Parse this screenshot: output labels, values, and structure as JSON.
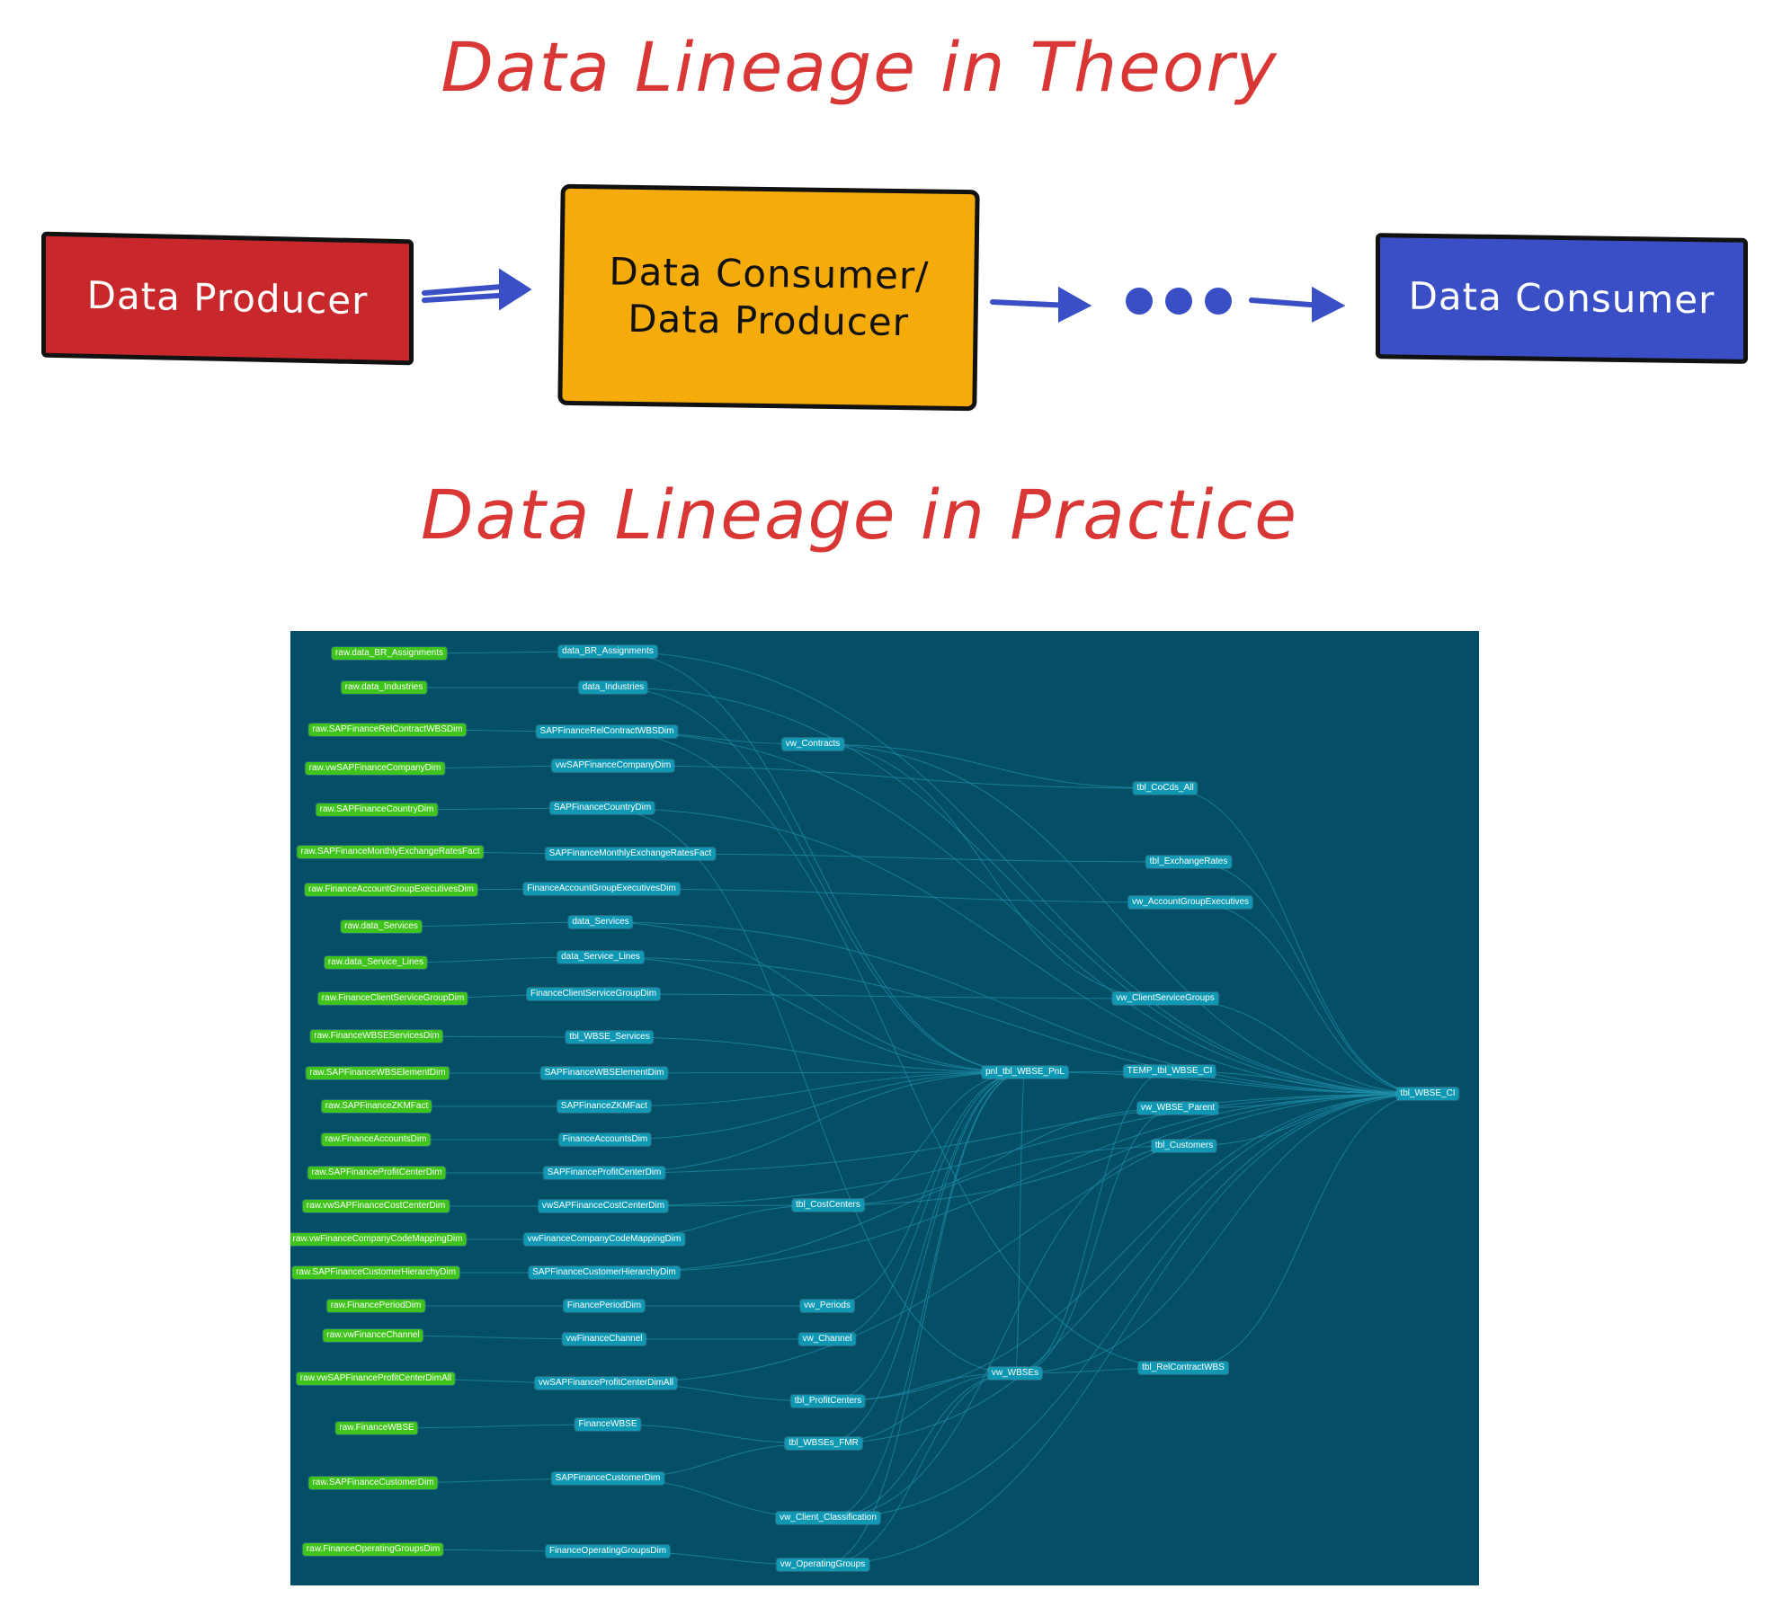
{
  "theory": {
    "title": "Data Lineage in Theory",
    "producer_label": "Data Producer",
    "middle_line1": "Data Consumer/",
    "middle_line2": "Data Producer",
    "consumer_label": "Data Consumer",
    "colors": {
      "title": "#d93636",
      "producer": "#c8282c",
      "middle": "#f5ab0a",
      "consumer": "#3a4fc6",
      "arrow": "#3a4fc6"
    }
  },
  "practice": {
    "title": "Data Lineage in Practice",
    "colors": {
      "background": "#044e66",
      "raw_node": "#3ec41a",
      "view_node": "#0f98b4",
      "edge": "#1f8ea8"
    },
    "nodes": [
      {
        "id": "r1",
        "label": "raw.data_BR_Assignments",
        "kind": "raw"
      },
      {
        "id": "r2",
        "label": "raw.data_Industries",
        "kind": "raw"
      },
      {
        "id": "r3",
        "label": "raw.SAPFinanceRelContractWBSDim",
        "kind": "raw"
      },
      {
        "id": "r4",
        "label": "raw.vwSAPFinanceCompanyDim",
        "kind": "raw"
      },
      {
        "id": "r5",
        "label": "raw.SAPFinanceCountryDim",
        "kind": "raw"
      },
      {
        "id": "r6",
        "label": "raw.SAPFinanceMonthlyExchangeRatesFact",
        "kind": "raw"
      },
      {
        "id": "r7",
        "label": "raw.FinanceAccountGroupExecutivesDim",
        "kind": "raw"
      },
      {
        "id": "r8",
        "label": "raw.data_Services",
        "kind": "raw"
      },
      {
        "id": "r9",
        "label": "raw.data_Service_Lines",
        "kind": "raw"
      },
      {
        "id": "r10",
        "label": "raw.FinanceClientServiceGroupDim",
        "kind": "raw"
      },
      {
        "id": "r11",
        "label": "raw.FinanceWBSEServicesDim",
        "kind": "raw"
      },
      {
        "id": "r12",
        "label": "raw.SAPFinanceWBSElementDim",
        "kind": "raw"
      },
      {
        "id": "r13",
        "label": "raw.SAPFinanceZKMFact",
        "kind": "raw"
      },
      {
        "id": "r14",
        "label": "raw.FinanceAccountsDim",
        "kind": "raw"
      },
      {
        "id": "r15",
        "label": "raw.SAPFinanceProfitCenterDim",
        "kind": "raw"
      },
      {
        "id": "r16",
        "label": "raw.vwSAPFinanceCostCenterDim",
        "kind": "raw"
      },
      {
        "id": "r17",
        "label": "raw.vwFinanceCompanyCodeMappingDim",
        "kind": "raw"
      },
      {
        "id": "r18",
        "label": "raw.SAPFinanceCustomerHierarchyDim",
        "kind": "raw"
      },
      {
        "id": "r19",
        "label": "raw.FinancePeriodDim",
        "kind": "raw"
      },
      {
        "id": "r20",
        "label": "raw.vwFinanceChannel",
        "kind": "raw"
      },
      {
        "id": "r21",
        "label": "raw.vwSAPFinanceProfitCenterDimAll",
        "kind": "raw"
      },
      {
        "id": "r22",
        "label": "raw.FinanceWBSE",
        "kind": "raw"
      },
      {
        "id": "r23",
        "label": "raw.SAPFinanceCustomerDim",
        "kind": "raw"
      },
      {
        "id": "r24",
        "label": "raw.FinanceOperatingGroupsDim",
        "kind": "raw"
      },
      {
        "id": "s1",
        "label": "data_BR_Assignments",
        "kind": "view"
      },
      {
        "id": "s2",
        "label": "data_Industries",
        "kind": "view"
      },
      {
        "id": "s3",
        "label": "SAPFinanceRelContractWBSDim",
        "kind": "view"
      },
      {
        "id": "s4",
        "label": "vwSAPFinanceCompanyDim",
        "kind": "view"
      },
      {
        "id": "s5",
        "label": "SAPFinanceCountryDim",
        "kind": "view"
      },
      {
        "id": "s6",
        "label": "SAPFinanceMonthlyExchangeRatesFact",
        "kind": "view"
      },
      {
        "id": "s7",
        "label": "FinanceAccountGroupExecutivesDim",
        "kind": "view"
      },
      {
        "id": "s8",
        "label": "data_Services",
        "kind": "view"
      },
      {
        "id": "s9",
        "label": "data_Service_Lines",
        "kind": "view"
      },
      {
        "id": "s10",
        "label": "FinanceClientServiceGroupDim",
        "kind": "view"
      },
      {
        "id": "s11",
        "label": "tbl_WBSE_Services",
        "kind": "view"
      },
      {
        "id": "s12",
        "label": "SAPFinanceWBSElementDim",
        "kind": "view"
      },
      {
        "id": "s13",
        "label": "SAPFinanceZKMFact",
        "kind": "view"
      },
      {
        "id": "s14",
        "label": "FinanceAccountsDim",
        "kind": "view"
      },
      {
        "id": "s15",
        "label": "SAPFinanceProfitCenterDim",
        "kind": "view"
      },
      {
        "id": "s16",
        "label": "vwSAPFinanceCostCenterDim",
        "kind": "view"
      },
      {
        "id": "s17",
        "label": "vwFinanceCompanyCodeMappingDim",
        "kind": "view"
      },
      {
        "id": "s18",
        "label": "SAPFinanceCustomerHierarchyDim",
        "kind": "view"
      },
      {
        "id": "s19",
        "label": "FinancePeriodDim",
        "kind": "view"
      },
      {
        "id": "s20",
        "label": "vwFinanceChannel",
        "kind": "view"
      },
      {
        "id": "s21",
        "label": "vwSAPFinanceProfitCenterDimAll",
        "kind": "view"
      },
      {
        "id": "s22",
        "label": "FinanceWBSE",
        "kind": "view"
      },
      {
        "id": "s23",
        "label": "SAPFinanceCustomerDim",
        "kind": "view"
      },
      {
        "id": "s24",
        "label": "FinanceOperatingGroupsDim",
        "kind": "view"
      },
      {
        "id": "c1",
        "label": "vw_Contracts",
        "kind": "view"
      },
      {
        "id": "c2",
        "label": "tbl_CostCenters",
        "kind": "view"
      },
      {
        "id": "c3",
        "label": "vw_Periods",
        "kind": "view"
      },
      {
        "id": "c4",
        "label": "vw_Channel",
        "kind": "view"
      },
      {
        "id": "c5",
        "label": "tbl_ProfitCenters",
        "kind": "view"
      },
      {
        "id": "c6",
        "label": "tbl_WBSEs_FMR",
        "kind": "view"
      },
      {
        "id": "c7",
        "label": "vw_Client_Classification",
        "kind": "view"
      },
      {
        "id": "c8",
        "label": "vw_OperatingGroups",
        "kind": "view"
      },
      {
        "id": "d1",
        "label": "pnl_tbl_WBSE_PnL",
        "kind": "view"
      },
      {
        "id": "d2",
        "label": "vw_WBSEs",
        "kind": "view"
      },
      {
        "id": "e1",
        "label": "tbl_CoCds_All",
        "kind": "view"
      },
      {
        "id": "e2",
        "label": "tbl_ExchangeRates",
        "kind": "view"
      },
      {
        "id": "e3",
        "label": "vw_AccountGroupExecutives",
        "kind": "view"
      },
      {
        "id": "e4",
        "label": "vw_ClientServiceGroups",
        "kind": "view"
      },
      {
        "id": "e5",
        "label": "TEMP_tbl_WBSE_CI",
        "kind": "view"
      },
      {
        "id": "e6",
        "label": "vw_WBSE_Parent",
        "kind": "view"
      },
      {
        "id": "e7",
        "label": "tbl_Customers",
        "kind": "view"
      },
      {
        "id": "e8",
        "label": "tbl_RelContractWBS",
        "kind": "view"
      },
      {
        "id": "f1",
        "label": "tbl_WBSE_CI",
        "kind": "view"
      }
    ],
    "edges": [
      [
        "r1",
        "s1"
      ],
      [
        "r2",
        "s2"
      ],
      [
        "r3",
        "s3"
      ],
      [
        "r4",
        "s4"
      ],
      [
        "r5",
        "s5"
      ],
      [
        "r6",
        "s6"
      ],
      [
        "r7",
        "s7"
      ],
      [
        "r8",
        "s8"
      ],
      [
        "r9",
        "s9"
      ],
      [
        "r10",
        "s10"
      ],
      [
        "r11",
        "s11"
      ],
      [
        "r12",
        "s12"
      ],
      [
        "r13",
        "s13"
      ],
      [
        "r14",
        "s14"
      ],
      [
        "r15",
        "s15"
      ],
      [
        "r16",
        "s16"
      ],
      [
        "r17",
        "s17"
      ],
      [
        "r18",
        "s18"
      ],
      [
        "r19",
        "s19"
      ],
      [
        "r20",
        "s20"
      ],
      [
        "r21",
        "s21"
      ],
      [
        "r22",
        "s22"
      ],
      [
        "r23",
        "s23"
      ],
      [
        "r24",
        "s24"
      ],
      [
        "s3",
        "c1"
      ],
      [
        "s16",
        "c2"
      ],
      [
        "s17",
        "c2"
      ],
      [
        "s19",
        "c3"
      ],
      [
        "s20",
        "c4"
      ],
      [
        "s21",
        "c5"
      ],
      [
        "s22",
        "c6"
      ],
      [
        "s23",
        "c6"
      ],
      [
        "s23",
        "c7"
      ],
      [
        "s24",
        "c8"
      ],
      [
        "s4",
        "e1"
      ],
      [
        "c1",
        "e1"
      ],
      [
        "s6",
        "e2"
      ],
      [
        "s7",
        "e3"
      ],
      [
        "s10",
        "e4"
      ],
      [
        "c1",
        "e4"
      ],
      [
        "s1",
        "d1"
      ],
      [
        "s2",
        "d1"
      ],
      [
        "s8",
        "d1"
      ],
      [
        "s9",
        "d1"
      ],
      [
        "s11",
        "d1"
      ],
      [
        "s12",
        "d1"
      ],
      [
        "s13",
        "d1"
      ],
      [
        "s14",
        "d1"
      ],
      [
        "s15",
        "d1"
      ],
      [
        "c2",
        "d1"
      ],
      [
        "c3",
        "d1"
      ],
      [
        "c4",
        "d1"
      ],
      [
        "c5",
        "d1"
      ],
      [
        "c6",
        "d1"
      ],
      [
        "c7",
        "d1"
      ],
      [
        "c8",
        "d1"
      ],
      [
        "d2",
        "d1"
      ],
      [
        "c5",
        "d2"
      ],
      [
        "c6",
        "d2"
      ],
      [
        "c7",
        "d2"
      ],
      [
        "c8",
        "d2"
      ],
      [
        "s5",
        "d2"
      ],
      [
        "d1",
        "e5"
      ],
      [
        "d2",
        "e5"
      ],
      [
        "c2",
        "e6"
      ],
      [
        "d2",
        "e6"
      ],
      [
        "s18",
        "e7"
      ],
      [
        "c7",
        "e7"
      ],
      [
        "d2",
        "e8"
      ],
      [
        "s3",
        "e8"
      ],
      [
        "e1",
        "f1"
      ],
      [
        "e2",
        "f1"
      ],
      [
        "e3",
        "f1"
      ],
      [
        "e4",
        "f1"
      ],
      [
        "e5",
        "f1"
      ],
      [
        "e6",
        "f1"
      ],
      [
        "e7",
        "f1"
      ],
      [
        "e8",
        "f1"
      ],
      [
        "d1",
        "f1"
      ],
      [
        "s5",
        "f1"
      ],
      [
        "s1",
        "f1"
      ],
      [
        "s2",
        "f1"
      ],
      [
        "s3",
        "f1"
      ],
      [
        "c1",
        "f1"
      ],
      [
        "s8",
        "f1"
      ],
      [
        "s9",
        "f1"
      ],
      [
        "s15",
        "f1"
      ],
      [
        "s16",
        "f1"
      ],
      [
        "s18",
        "f1"
      ],
      [
        "s21",
        "f1"
      ],
      [
        "c2",
        "f1"
      ],
      [
        "c5",
        "f1"
      ],
      [
        "c6",
        "f1"
      ],
      [
        "c7",
        "f1"
      ],
      [
        "c8",
        "f1"
      ],
      [
        "d2",
        "f1"
      ]
    ]
  }
}
